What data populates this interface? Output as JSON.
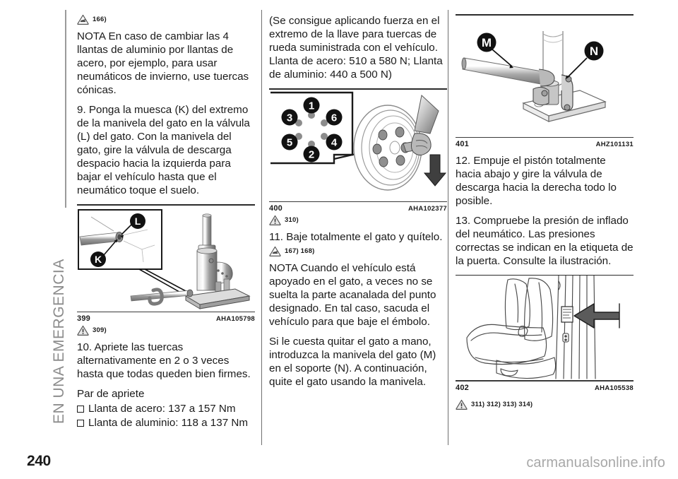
{
  "sidebar": {
    "section_label": "EN UNA EMERGENCIA"
  },
  "footer": {
    "page_number": "240",
    "watermark": "carmanualsonline.info"
  },
  "left_column": {
    "ref_1": {
      "icon": "note-hand-triangle-icon",
      "refs": "166)"
    },
    "para_nota": "NOTA  En caso de cambiar las 4 llantas de aluminio por llantas de acero, por ejemplo, para usar neumáticos de invierno, use tuercas cónicas.",
    "para_step9": "9. Ponga la muesca (K) del extremo de la manivela del gato en la válvula (L) del gato. Con la manivela del gato, gire la válvula de descarga despacio hacia la izquierda para bajar el vehículo hasta que el neumático toque el suelo.",
    "figure": {
      "name": "jack-release-valve-figure",
      "number": "399",
      "code": "AHA105798",
      "callouts": [
        "K",
        "L"
      ],
      "alt": "Manivela del gato insertada en la válvula de descarga del gato hidráulico"
    },
    "ref_2": {
      "icon": "warning-triangle-icon",
      "refs": "309)"
    },
    "para_step10": "10. Apriete las tuercas alternativamente en 2 o 3 veces hasta que todas queden bien firmes.",
    "torque_heading": "Par de apriete",
    "torque_items": [
      "Llanta de acero: 137 a 157 Nm",
      "Llanta de aluminio: 118 a 137 Nm"
    ]
  },
  "middle_column": {
    "para_force": "(Se consigue aplicando fuerza en el extremo de la llave para tuercas de rueda suministrada con el vehículo. Llanta de acero: 510 a 580 N; Llanta de aluminio: 440 a 500 N)",
    "figure": {
      "name": "lug-nut-tightening-sequence-figure",
      "number": "400",
      "code": "AHA102377",
      "sequence": [
        "1",
        "2",
        "3",
        "4",
        "5",
        "6"
      ],
      "alt": "Secuencia de apriete de las tuercas de rueda en orden 1 a 6 y llave apretando la tuerca"
    },
    "ref_1": {
      "icon": "warning-triangle-icon",
      "refs": "310)"
    },
    "para_step11": "11. Baje totalmente el gato y quítelo.",
    "ref_2": {
      "icon": "note-hand-triangle-icon",
      "refs": "167) 168)"
    },
    "para_nota": "NOTA  Cuando el vehículo está apoyado en el gato, a veces no se suelta la parte acanalada del punto designado. En tal caso, sacuda el vehículo para que baje el émbolo.",
    "para_remove": "Si le cuesta quitar el gato a mano, introduzca la manivela del gato (M) en el soporte (N). A continuación, quite el gato usando la manivela."
  },
  "right_column": {
    "figure_top": {
      "name": "jack-handle-bracket-figure",
      "number": "401",
      "code": "AHZ101131",
      "callouts": [
        "M",
        "N"
      ],
      "alt": "Manivela del gato (M) introducida en el soporte (N) del gato"
    },
    "para_step12": "12. Empuje el pistón totalmente hacia abajo y gire la válvula de descarga hacia la derecha todo lo posible.",
    "para_step13": "13. Compruebe la presión de inflado del neumático. Las presiones correctas se indican en la etiqueta de la puerta. Consulte la ilustración.",
    "figure_bottom": {
      "name": "door-jamb-tire-label-figure",
      "number": "402",
      "code": "AHA105538",
      "alt": "Flecha señalando la etiqueta de presión de neumáticos en el montante de la puerta junto al asiento"
    },
    "ref_1": {
      "icon": "warning-triangle-icon",
      "refs": "311) 312) 313) 314)"
    }
  }
}
